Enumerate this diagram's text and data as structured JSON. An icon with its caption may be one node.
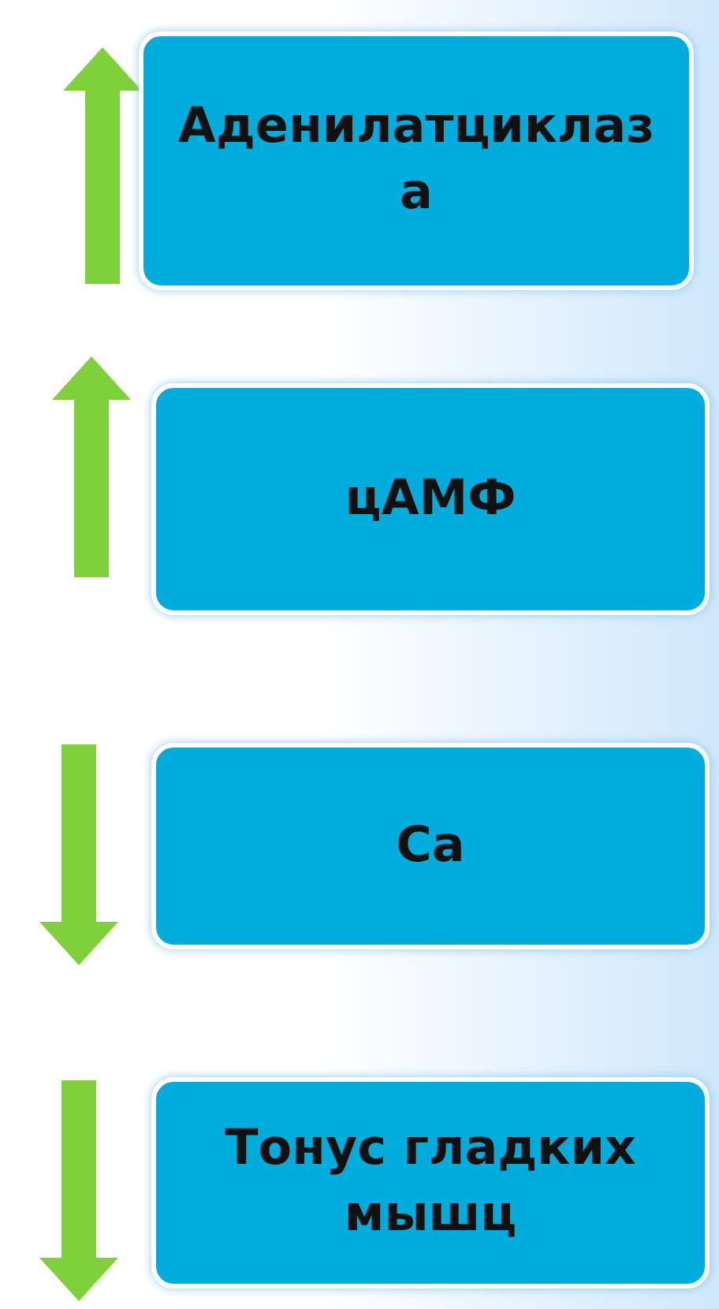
{
  "diagram": {
    "nodes": [
      {
        "text": [
          "Аденилатциклаза"
        ]
      },
      {
        "text": [
          "цАМФ"
        ]
      },
      {
        "text": [
          "Ca"
        ]
      },
      {
        "text": [
          "Тонус гладких мышц"
        ]
      }
    ]
  }
}
